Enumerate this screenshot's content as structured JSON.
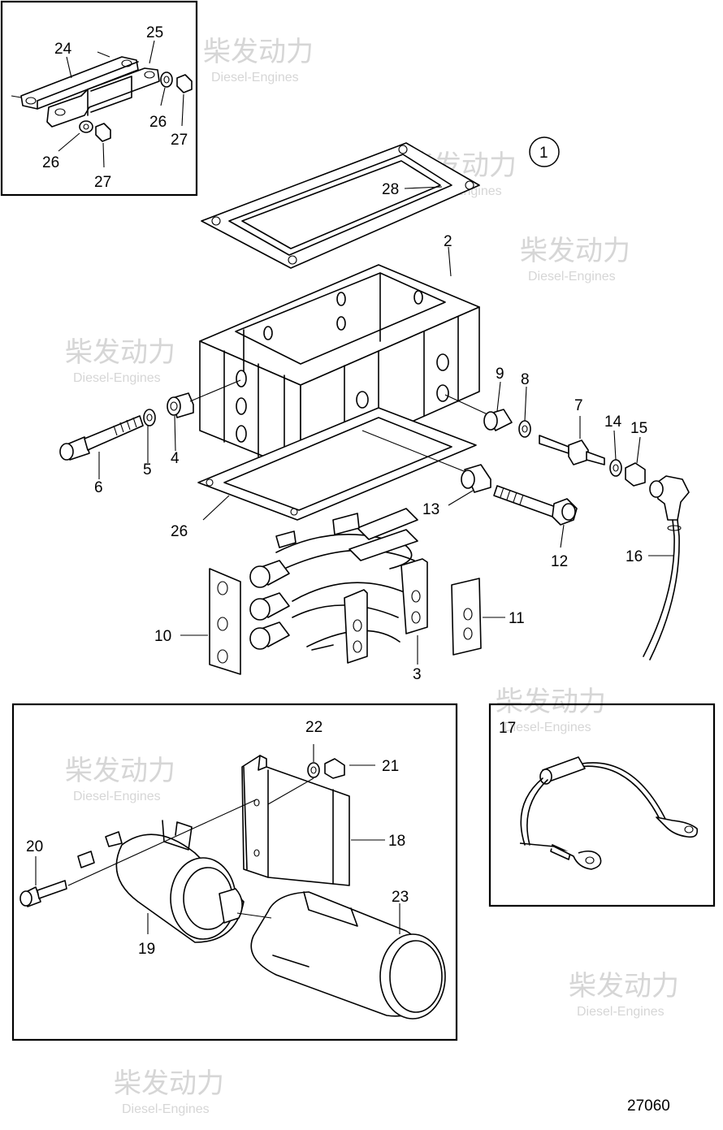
{
  "callouts": {
    "c1": "1",
    "c2": "2",
    "c3": "3",
    "c4": "4",
    "c5": "5",
    "c6": "6",
    "c7": "7",
    "c8": "8",
    "c9": "9",
    "c10": "10",
    "c11": "11",
    "c12": "12",
    "c13": "13",
    "c14": "14",
    "c15": "15",
    "c16": "16",
    "c17": "17",
    "c18": "18",
    "c19": "19",
    "c20": "20",
    "c21": "21",
    "c22": "22",
    "c23": "23",
    "c24": "24",
    "c25": "25",
    "c26a": "26",
    "c26b": "26",
    "c26c": "26",
    "c27a": "27",
    "c27b": "27",
    "c28": "28"
  },
  "watermark": {
    "cn": "柴发动力",
    "en": "Diesel-Engines"
  },
  "drawing_number": "27060"
}
